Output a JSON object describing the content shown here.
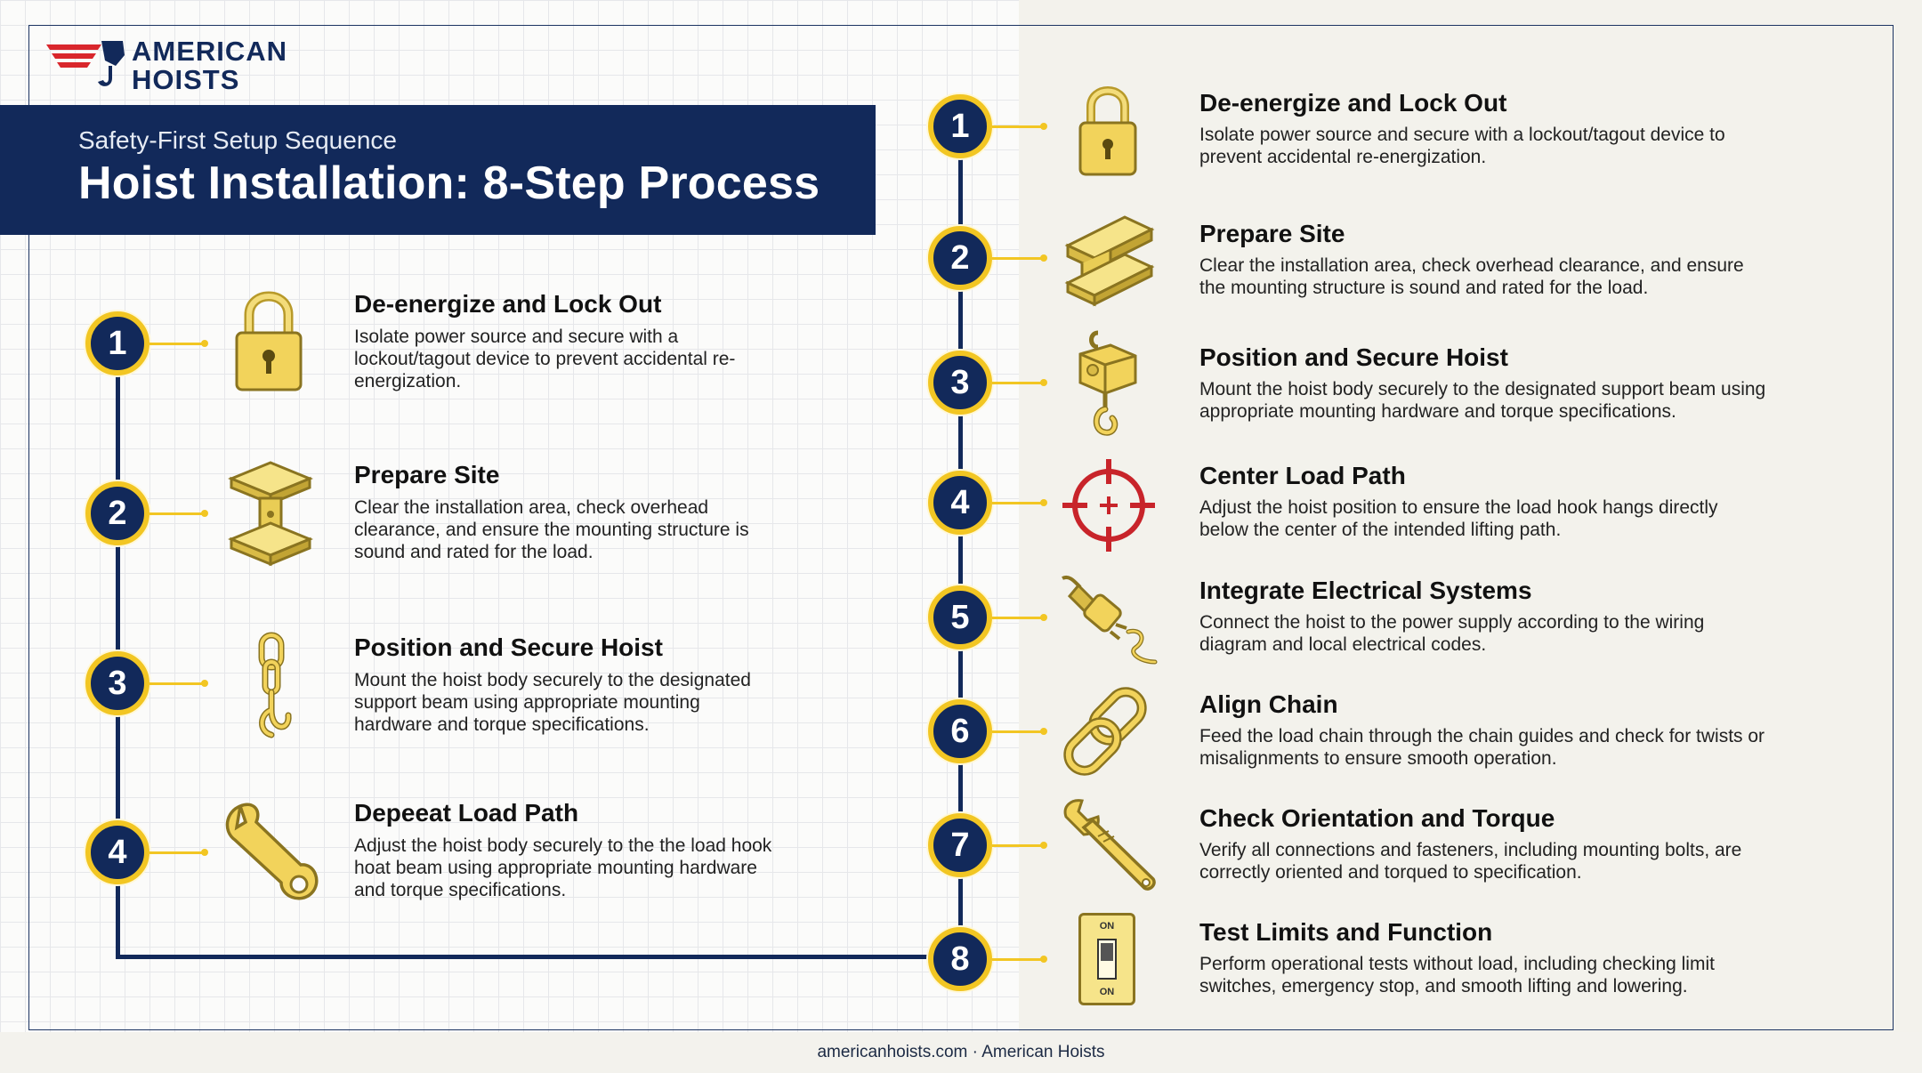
{
  "brand": {
    "line1": "AMERICAN",
    "line2": "HOISTS",
    "navy": "#12295a",
    "red": "#d9262c",
    "gold": "#f2c623"
  },
  "banner": {
    "subtitle": "Safety-First Setup Sequence",
    "title": "Hoist Installation: 8-Step Process"
  },
  "left_steps": [
    {
      "number": "1",
      "icon": "padlock-icon",
      "title": "De-energize and Lock Out",
      "desc": "Isolate power source and secure with a lockout/tagout device to prevent accidental re-energization."
    },
    {
      "number": "2",
      "icon": "steel-beam-icon",
      "title": "Prepare Site",
      "desc": "Clear the installation area, check overhead clearance, and ensure the mounting structure is sound and rated for the load."
    },
    {
      "number": "3",
      "icon": "chain-hook-icon",
      "title": "Position and Secure Hoist",
      "desc": "Mount the hoist body securely to the designated support beam using appropriate mounting hardware and torque specifications."
    },
    {
      "number": "4",
      "icon": "wrench-icon",
      "title": "Depeeat Load Path",
      "desc": "Adjust the hoist body securely to the the load hook hoat beam using appropriate mounting hardware and torque specifications."
    }
  ],
  "right_steps": [
    {
      "number": "1",
      "icon": "padlock-icon",
      "title": "De-energize and Lock Out",
      "desc": "Isolate power source and secure with a lockout/tagout device to prevent accidental re-energization."
    },
    {
      "number": "2",
      "icon": "steel-beam-icon",
      "title": "Prepare Site",
      "desc": "Clear the installation area, check overhead clearance, and ensure the mounting structure is sound and rated for the load."
    },
    {
      "number": "3",
      "icon": "hoist-icon",
      "title": "Position and Secure Hoist",
      "desc": "Mount the hoist body securely to the designated support beam using appropriate mounting hardware and torque specifications."
    },
    {
      "number": "4",
      "icon": "crosshair-icon",
      "title": "Center Load Path",
      "desc": "Adjust the hoist position to ensure the load hook hangs directly below the center of the intended lifting path."
    },
    {
      "number": "5",
      "icon": "power-plug-icon",
      "title": "Integrate Electrical Systems",
      "desc": "Connect the hoist to the power supply according to the wiring diagram and local electrical codes."
    },
    {
      "number": "6",
      "icon": "chain-link-icon",
      "title": "Align Chain",
      "desc": "Feed the load chain through the chain guides and check for twists or misalignments to ensure smooth operation."
    },
    {
      "number": "7",
      "icon": "adjustable-wrench-icon",
      "title": "Check Orientation and Torque",
      "desc": "Verify all connections and fasteners, including mounting bolts, are correctly oriented and torqued to specification."
    },
    {
      "number": "8",
      "icon": "switch-icon",
      "title": "Test Limits and Function",
      "desc": "Perform operational tests without load, including checking limit switches, emergency stop, and smooth lifting and lowering.",
      "switch_on": "ON",
      "switch_off": "ON"
    }
  ],
  "footer": "americanhoists.com · American Hoists"
}
